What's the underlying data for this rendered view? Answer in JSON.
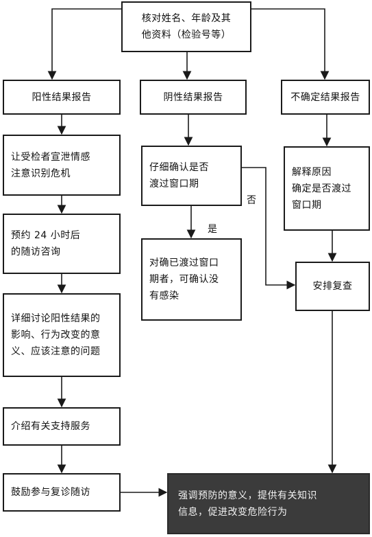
{
  "diagram": {
    "nodes": {
      "verify": "核对姓名、年龄及其\n他资料（检验号等）",
      "positive": "阳性结果报告",
      "negative": "阴性结果报告",
      "uncertain": "不确定结果报告",
      "pos1": "让受检者宣泄情感\n注意识别危机",
      "pos2": "预约 24 小时后\n的随访咨询",
      "pos3": "详细讨论阳性结果的\n影响、行为改变的意\n义、应该注意的问题",
      "pos4": "介绍有关支持服务",
      "pos5": "鼓励参与复诊随访",
      "neg1": "仔细确认是否\n渡过窗口期",
      "neg2": "对确已渡过窗口\n期者，可确认没\n有感染",
      "unc1": "解释原因\n确定是否渡过\n窗口期",
      "unc2": "安排复查",
      "final": "强调预防的意义，提供有关知识\n信息，促进改变危险行为"
    },
    "edge_labels": {
      "no": "否",
      "yes": "是"
    },
    "colors": {
      "line": "#1a1a1a",
      "final_box": "#3b3b3b",
      "final_text": "#f2f2f2"
    }
  }
}
